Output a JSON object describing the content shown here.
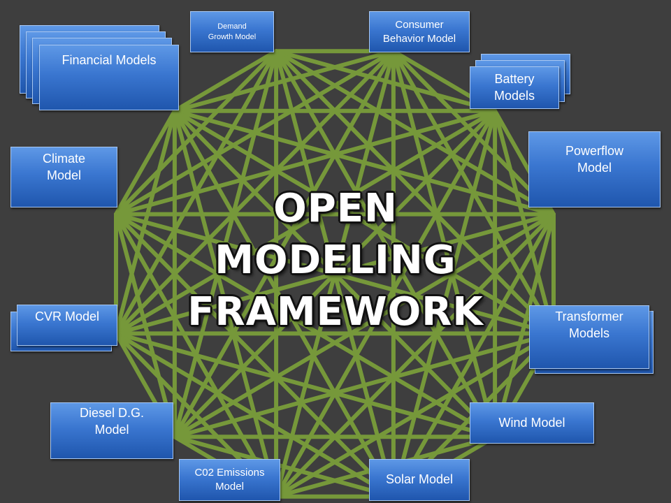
{
  "diagram": {
    "colors": {
      "background": "#3e3e3e",
      "mesh": "#76983a",
      "box": "#3a76d0",
      "title_text": "#ffffff"
    },
    "title_lines": [
      "OPEN",
      "MODELING",
      "FRAMEWORK"
    ],
    "models": [
      {
        "id": "financial",
        "label": "Financial Models"
      },
      {
        "id": "demand",
        "label": "Demand\nGrowth Model"
      },
      {
        "id": "consumer",
        "label": "Consumer\nBehavior Model"
      },
      {
        "id": "battery",
        "label": "Battery\nModels"
      },
      {
        "id": "climate",
        "label": "Climate\nModel"
      },
      {
        "id": "powerflow",
        "label": "Powerflow\nModel"
      },
      {
        "id": "cvr",
        "label": "CVR Model"
      },
      {
        "id": "transformer",
        "label": "Transformer\nModels"
      },
      {
        "id": "diesel",
        "label": "Diesel D.G.\nModel"
      },
      {
        "id": "wind",
        "label": "Wind Model"
      },
      {
        "id": "co2",
        "label": "C02 Emissions\nModel"
      },
      {
        "id": "solar",
        "label": "Solar Model"
      }
    ]
  }
}
